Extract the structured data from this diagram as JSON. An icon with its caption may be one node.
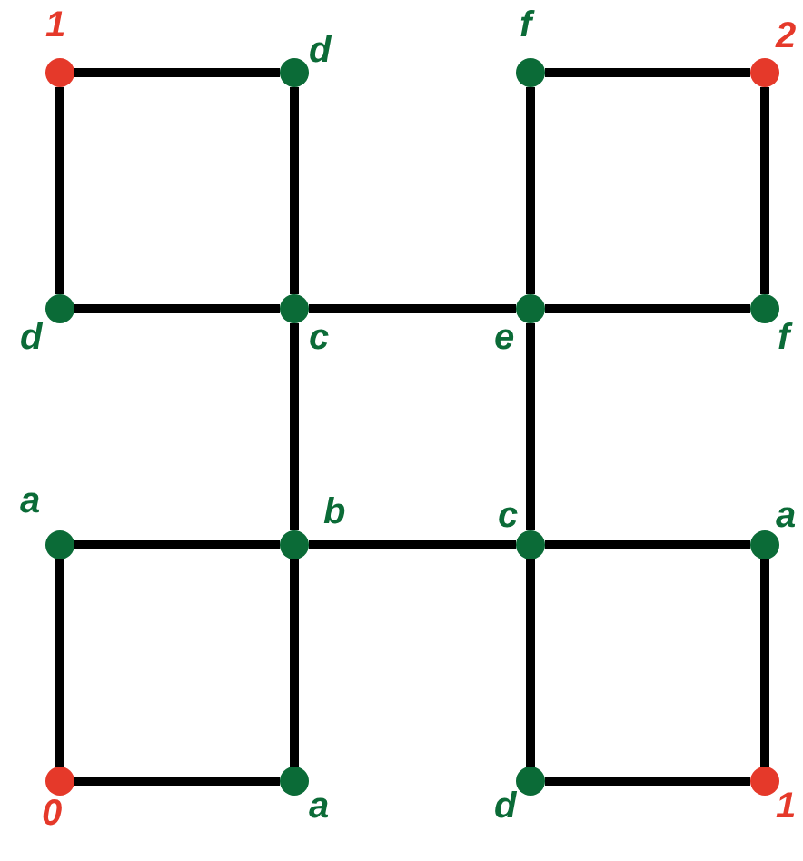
{
  "diagram": {
    "nodes": [
      {
        "text": [],
        "shape": "circle",
        "beside": [
          "1"
        ]
      },
      {
        "text": [],
        "shape": "circle",
        "beside": [
          "d"
        ]
      },
      {
        "text": [],
        "shape": "circle",
        "beside": [
          "d"
        ]
      },
      {
        "text": [],
        "shape": "circle",
        "beside": [
          "c"
        ]
      },
      {
        "text": [],
        "shape": "circle",
        "beside": [
          "f"
        ]
      },
      {
        "text": [],
        "shape": "circle",
        "beside": [
          "2"
        ]
      },
      {
        "text": [],
        "shape": "circle",
        "beside": [
          "e"
        ]
      },
      {
        "text": [],
        "shape": "circle",
        "beside": [
          "f"
        ]
      },
      {
        "text": [],
        "shape": "circle",
        "beside": [
          "a"
        ]
      },
      {
        "text": [],
        "shape": "circle",
        "beside": [
          "b"
        ]
      },
      {
        "text": [],
        "shape": "circle",
        "beside": [
          "c"
        ]
      },
      {
        "text": [],
        "shape": "circle",
        "beside": [
          "a"
        ]
      },
      {
        "text": [],
        "shape": "circle",
        "beside": [
          "0"
        ]
      },
      {
        "text": [],
        "shape": "circle",
        "beside": [
          "a"
        ]
      },
      {
        "text": [],
        "shape": "circle",
        "beside": [
          "d"
        ]
      },
      {
        "text": [],
        "shape": "circle",
        "beside": [
          "1"
        ]
      }
    ],
    "edges": [
      {
        "from": 0,
        "to": 1,
        "arrow": "none"
      },
      {
        "from": 0,
        "to": 2,
        "arrow": "none"
      },
      {
        "from": 1,
        "to": 3,
        "arrow": "none"
      },
      {
        "from": 2,
        "to": 3,
        "arrow": "none"
      },
      {
        "from": 3,
        "to": 6,
        "arrow": "none"
      },
      {
        "from": 4,
        "to": 5,
        "arrow": "none"
      },
      {
        "from": 4,
        "to": 6,
        "arrow": "none"
      },
      {
        "from": 5,
        "to": 7,
        "arrow": "none"
      },
      {
        "from": 6,
        "to": 7,
        "arrow": "none"
      },
      {
        "from": 3,
        "to": 9,
        "arrow": "none"
      },
      {
        "from": 6,
        "to": 10,
        "arrow": "none"
      },
      {
        "from": 8,
        "to": 9,
        "arrow": "none"
      },
      {
        "from": 8,
        "to": 12,
        "arrow": "none"
      },
      {
        "from": 9,
        "to": 13,
        "arrow": "none"
      },
      {
        "from": 12,
        "to": 13,
        "arrow": "none"
      },
      {
        "from": 9,
        "to": 10,
        "arrow": "none"
      },
      {
        "from": 10,
        "to": 11,
        "arrow": "none"
      },
      {
        "from": 10,
        "to": 14,
        "arrow": "none"
      },
      {
        "from": 11,
        "to": 15,
        "arrow": "none"
      },
      {
        "from": 14,
        "to": 15,
        "arrow": "none"
      }
    ]
  }
}
